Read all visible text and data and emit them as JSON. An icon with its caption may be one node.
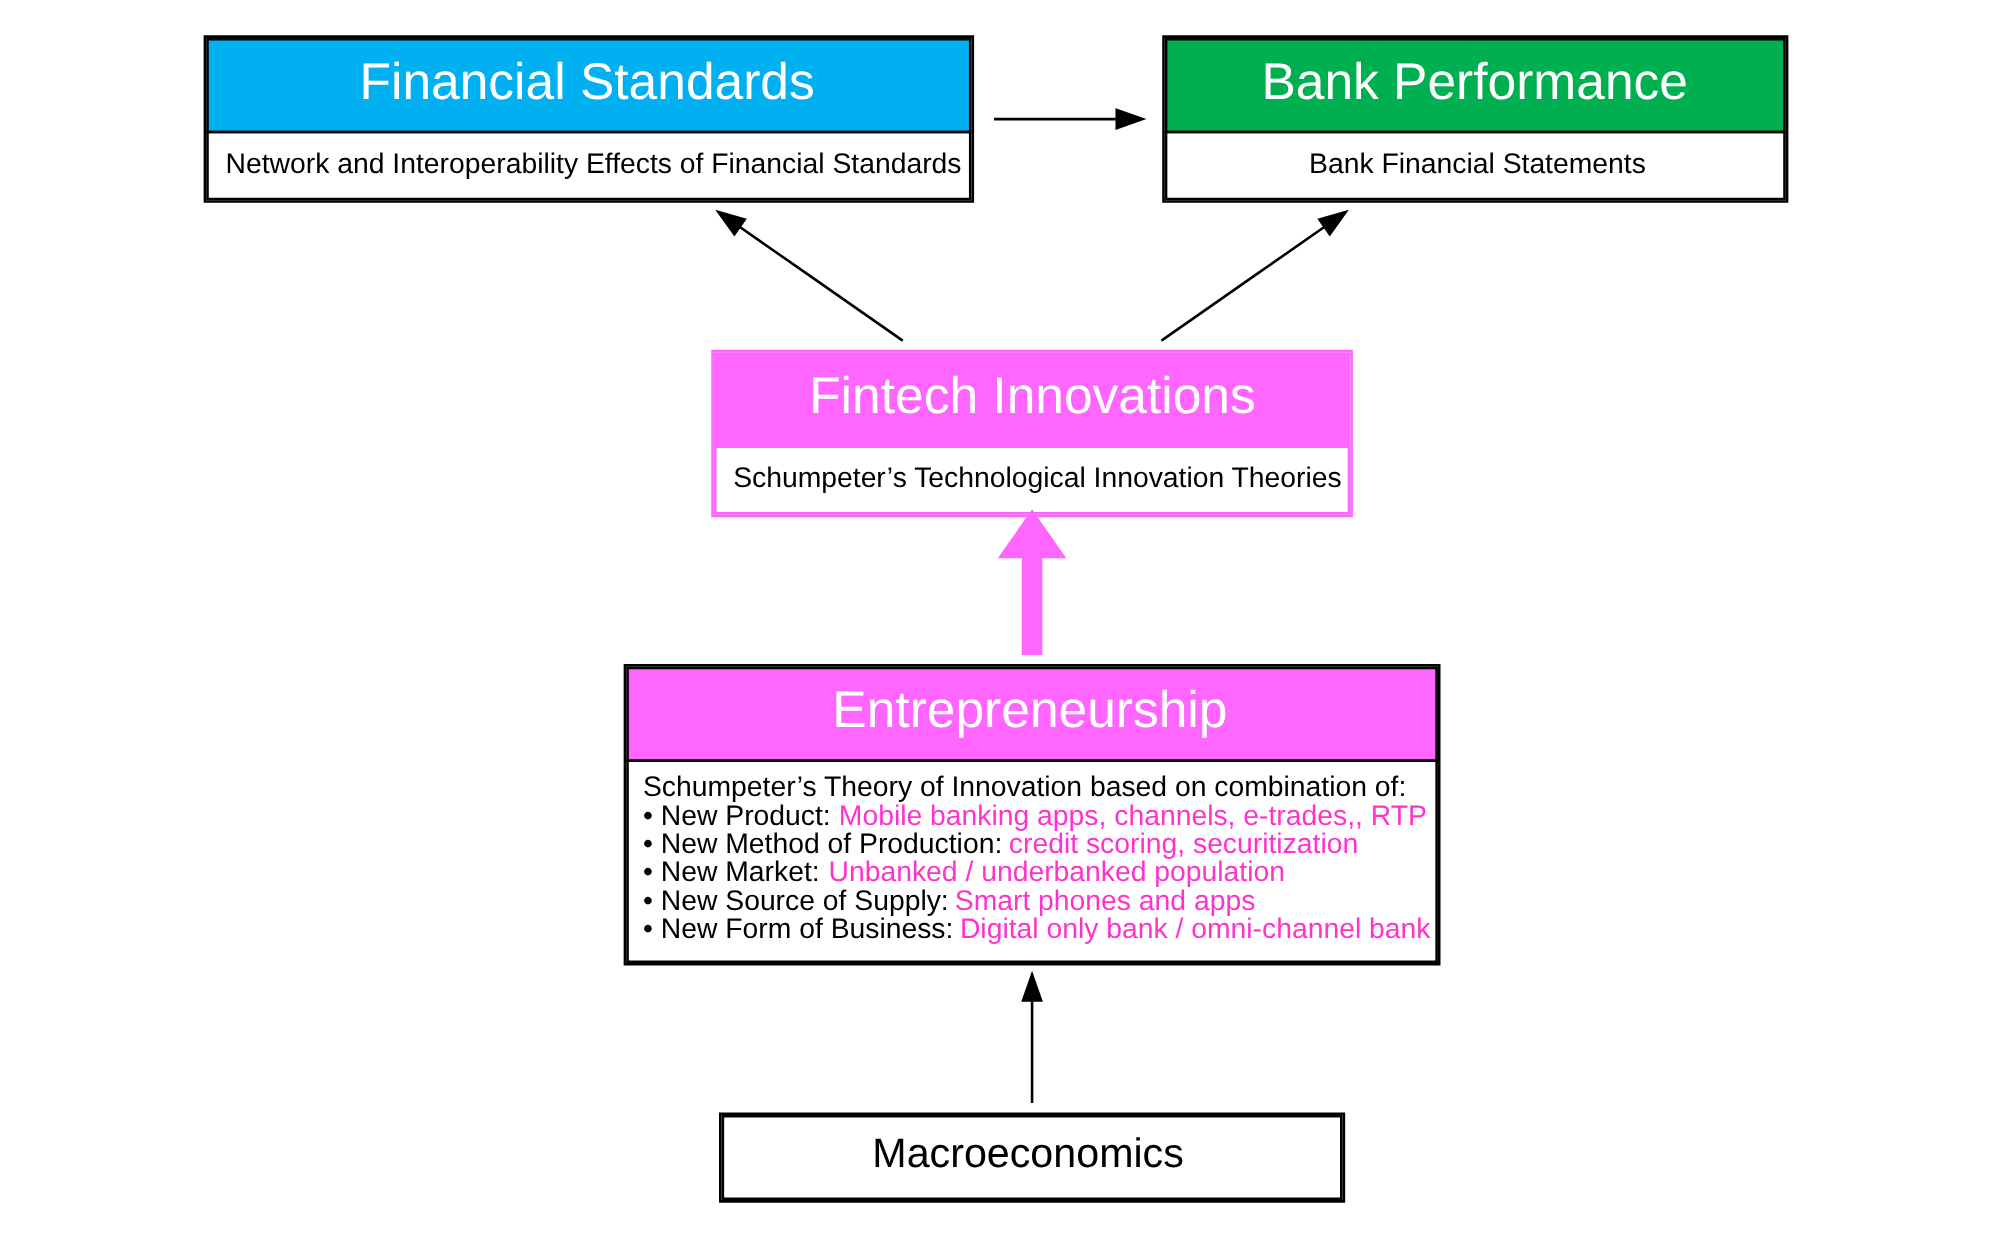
{
  "diagram": {
    "nodes": [
      {
        "text": [
          "Financial Standards",
          "Network and Interoperability Effects of Financial Standards"
        ]
      },
      {
        "text": [
          "Fintech Innovations",
          "Schumpeter’s Technological Innovation Theories"
        ]
      },
      {
        "text": [
          "Bank Performance",
          "Bank Financial Statements"
        ]
      },
      {
        "text": [
          "Entrepreneurship",
          "Schumpeter’s Theory of Innovation based on combination of:",
          "• New Product:",
          "Mobile banking apps, channels, e-trades,, RTP",
          "• New Method of Production:",
          "credit scoring, securitization",
          "• New Market:",
          "Unbanked / underbanked population",
          "• New Source of Supply:",
          "Smart phones and apps",
          "• New Form of Business:",
          "Digital only bank / omni-channel bank"
        ]
      },
      {
        "text": [
          "Macroeconomics"
        ]
      }
    ],
    "edges": [
      {
        "from": 1,
        "to": 0,
        "arrow": "to"
      },
      {
        "from": 0,
        "to": 2,
        "arrow": "to"
      },
      {
        "from": 1,
        "to": 2,
        "arrow": "to"
      },
      {
        "from": 3,
        "to": 1,
        "arrow": "to",
        "style": "thick",
        "color": "#ff66ff"
      },
      {
        "from": 4,
        "to": 3,
        "arrow": "to"
      }
    ]
  }
}
